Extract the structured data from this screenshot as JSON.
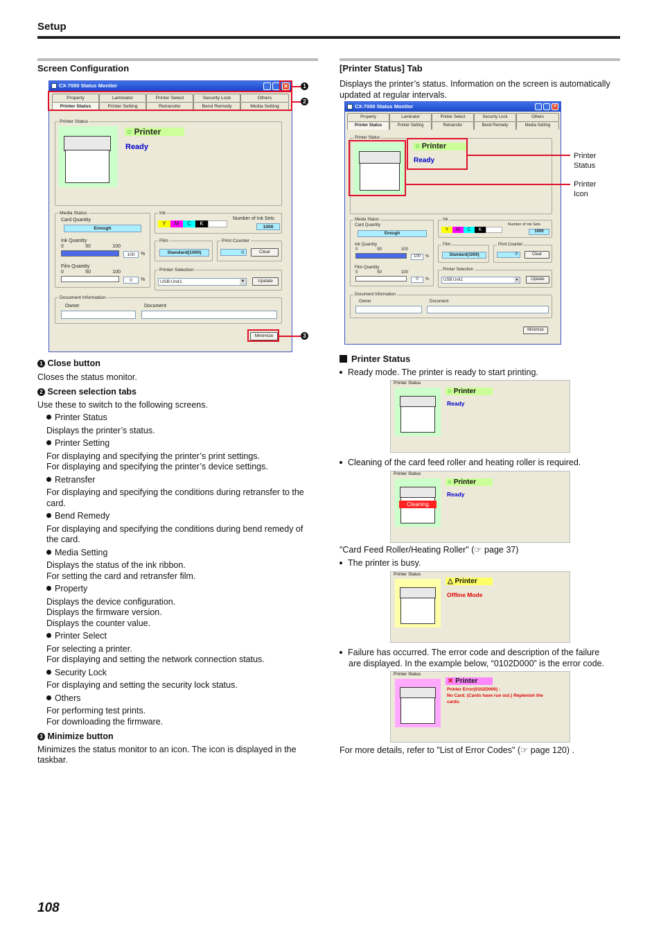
{
  "header": {
    "title": "Setup"
  },
  "page_number": "108",
  "left": {
    "title": "Screen Configuration",
    "window": {
      "title": "CX-7000 Status Monitor",
      "tabs_top": [
        "Property",
        "Laminator",
        "Printer Select",
        "Security Lock",
        "Others"
      ],
      "tabs_bottom": [
        "Printer Status",
        "Printer Setting",
        "Retransfer",
        "Bend Remedy",
        "Media Setting"
      ],
      "printer_status_label": "Printer Status",
      "printer_label": "Printer",
      "ready": "Ready",
      "media_status": "Media Status",
      "card_quantity": "Card Quantity",
      "card_value": "Enough",
      "ink_quantity": "Ink Quantity",
      "scale": [
        "0",
        "50",
        "100"
      ],
      "ink_value": "100",
      "film_quantity": "Film Quantity",
      "film_value": "0",
      "pct": "%",
      "ink": "Ink",
      "ink_colors": [
        "Y",
        "M",
        "C",
        "K"
      ],
      "num_ink_sets": "Number of Ink Sets",
      "ink_sets": "1000",
      "film": "Film",
      "film_type": "Standard(1000)",
      "print_counter": "Print Counter",
      "counter_value": "0",
      "clear": "Clear",
      "printer_selection": "Printer Selection",
      "selected_printer": "USB:Unit1",
      "update": "Update",
      "doc_info": "Document Information",
      "owner": "Owner",
      "document": "Document",
      "minimize": "Minimize"
    },
    "callouts": [
      "1",
      "2",
      "3"
    ],
    "items": [
      {
        "num": "1",
        "title": "Close button",
        "body": [
          "Closes the status monitor."
        ]
      },
      {
        "num": "2",
        "title": "Screen selection tabs",
        "body": [
          "Use these to switch to the following screens."
        ]
      },
      {
        "num": "3",
        "title": "Minimize button",
        "body": [
          "Minimizes the status monitor to an icon. The icon is displayed in the",
          "taskbar."
        ]
      }
    ],
    "tabs_list": [
      {
        "name": "Printer Status",
        "lines": [
          "Displays the printer’s status."
        ]
      },
      {
        "name": "Printer Setting",
        "lines": [
          "For displaying and specifying the printer’s print settings.",
          "For displaying and specifying the printer’s device settings."
        ]
      },
      {
        "name": "Retransfer",
        "lines": [
          "For displaying and specifying the conditions during retransfer to the",
          "card."
        ]
      },
      {
        "name": "Bend Remedy",
        "lines": [
          "For displaying and specifying the conditions during bend remedy of",
          "the card."
        ]
      },
      {
        "name": "Media Setting",
        "lines": [
          "Displays the status of the ink ribbon.",
          "For setting the card and retransfer film."
        ]
      },
      {
        "name": "Property",
        "lines": [
          "Displays the device configuration.",
          "Displays the firmware version.",
          "Displays the counter value."
        ]
      },
      {
        "name": "Printer Select",
        "lines": [
          "For selecting a printer.",
          "For displaying and setting the network connection status."
        ]
      },
      {
        "name": "Security Lock",
        "lines": [
          "For displaying and setting the security lock status."
        ]
      },
      {
        "name": "Others",
        "lines": [
          "For performing test prints.",
          "For downloading the firmware."
        ]
      }
    ]
  },
  "right": {
    "title": "[Printer Status] Tab",
    "intro": [
      "Displays the printer’s status. Information on the screen is automatically",
      "updated at regular intervals."
    ],
    "label_status": [
      "Printer",
      "Status"
    ],
    "label_icon": [
      "Printer",
      "Icon"
    ],
    "section": "Printer Status",
    "ready_bullet": "Ready mode. The printer is ready to start printing.",
    "clean_bullet": "Cleaning of the card feed roller and heating roller is required.",
    "cleaning": "Cleaning",
    "clean_ref": "\"Card Feed Roller/Heating Roller\" (☞ page 37)",
    "busy_bullet": "The printer is busy.",
    "offline": "Offline Mode",
    "fail_bullet": [
      "Failure has occurred. The error code and description of the failure",
      "are displayed. In the example below, “0102D000” is the error code."
    ],
    "error_lines": [
      "Printer Error(0102D000) :",
      "No Card. (Cards have run out.) Replenish the",
      "cards."
    ],
    "final": "For more details, refer to \"List of Error Codes\" (☞ page 120) ."
  },
  "colors": {
    "ok": "#00aa00",
    "warn": "#ffff66",
    "err": "#ff66ff",
    "ready": "#0000cc",
    "red": "#e00000",
    "callout": "#e0102a"
  }
}
